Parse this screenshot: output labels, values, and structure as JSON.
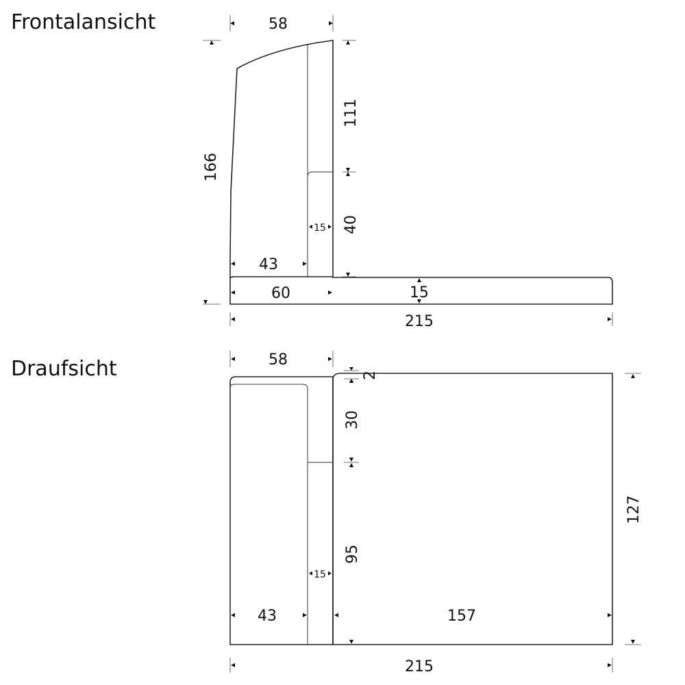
{
  "views": {
    "front": {
      "title": "Frontalansicht",
      "dims": {
        "top_width": "58",
        "total_height": "166",
        "back_upper": "111",
        "armrest_gap": "40",
        "armrest_thickness": "15",
        "seat_depth": "43",
        "side_depth": "60",
        "base_height": "15",
        "total_width": "215"
      }
    },
    "top": {
      "title": "Draufsicht",
      "dims": {
        "top_width": "58",
        "offset": "2",
        "upper_depth": "30",
        "lower_depth": "95",
        "total_depth": "127",
        "thickness": "15",
        "seat_depth": "43",
        "main_width": "157",
        "total_width": "215"
      }
    }
  }
}
